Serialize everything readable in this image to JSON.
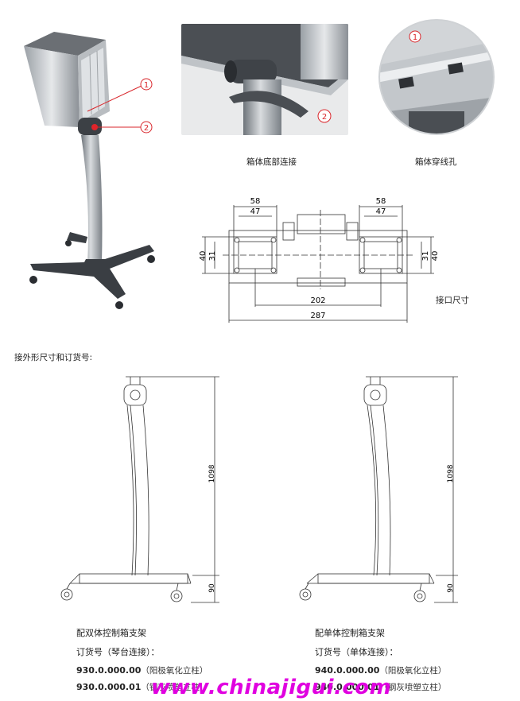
{
  "captions": {
    "bottom_connection": "箱体底部连接",
    "cable_hole": "箱体穿线孔",
    "interface_size": "接口尺寸"
  },
  "callouts": {
    "one": "1",
    "two": "2"
  },
  "interface_dims": {
    "left_outer": "58",
    "left_inner": "47",
    "right_outer": "58",
    "right_inner": "47",
    "left_height_outer": "40",
    "left_height_inner": "31",
    "right_height_inner": "31",
    "right_height_outer": "40",
    "center_span": "202",
    "total_span": "287"
  },
  "section_title": "接外形尺寸和订货号:",
  "stand_dims": {
    "left_height": "1098",
    "left_base": "90",
    "right_height": "1098",
    "right_base": "90"
  },
  "products": [
    {
      "title": "配双体控制箱支架",
      "order_label": "订货号（琴台连接）：",
      "items": [
        {
          "code": "930.0.000.00",
          "note": "（阳极氧化立柱）"
        },
        {
          "code": "930.0.000.01",
          "note": "（钢灰喷塑立柱）"
        }
      ]
    },
    {
      "title": "配单体控制箱支架",
      "order_label": "订货号（单体连接）：",
      "items": [
        {
          "code": "940.0.000.00",
          "note": "（阳极氧化立柱）"
        },
        {
          "code": "940.0.000.01",
          "note": "（钢灰喷塑立柱）"
        }
      ]
    }
  ],
  "watermark": "www.chinajigui.com"
}
